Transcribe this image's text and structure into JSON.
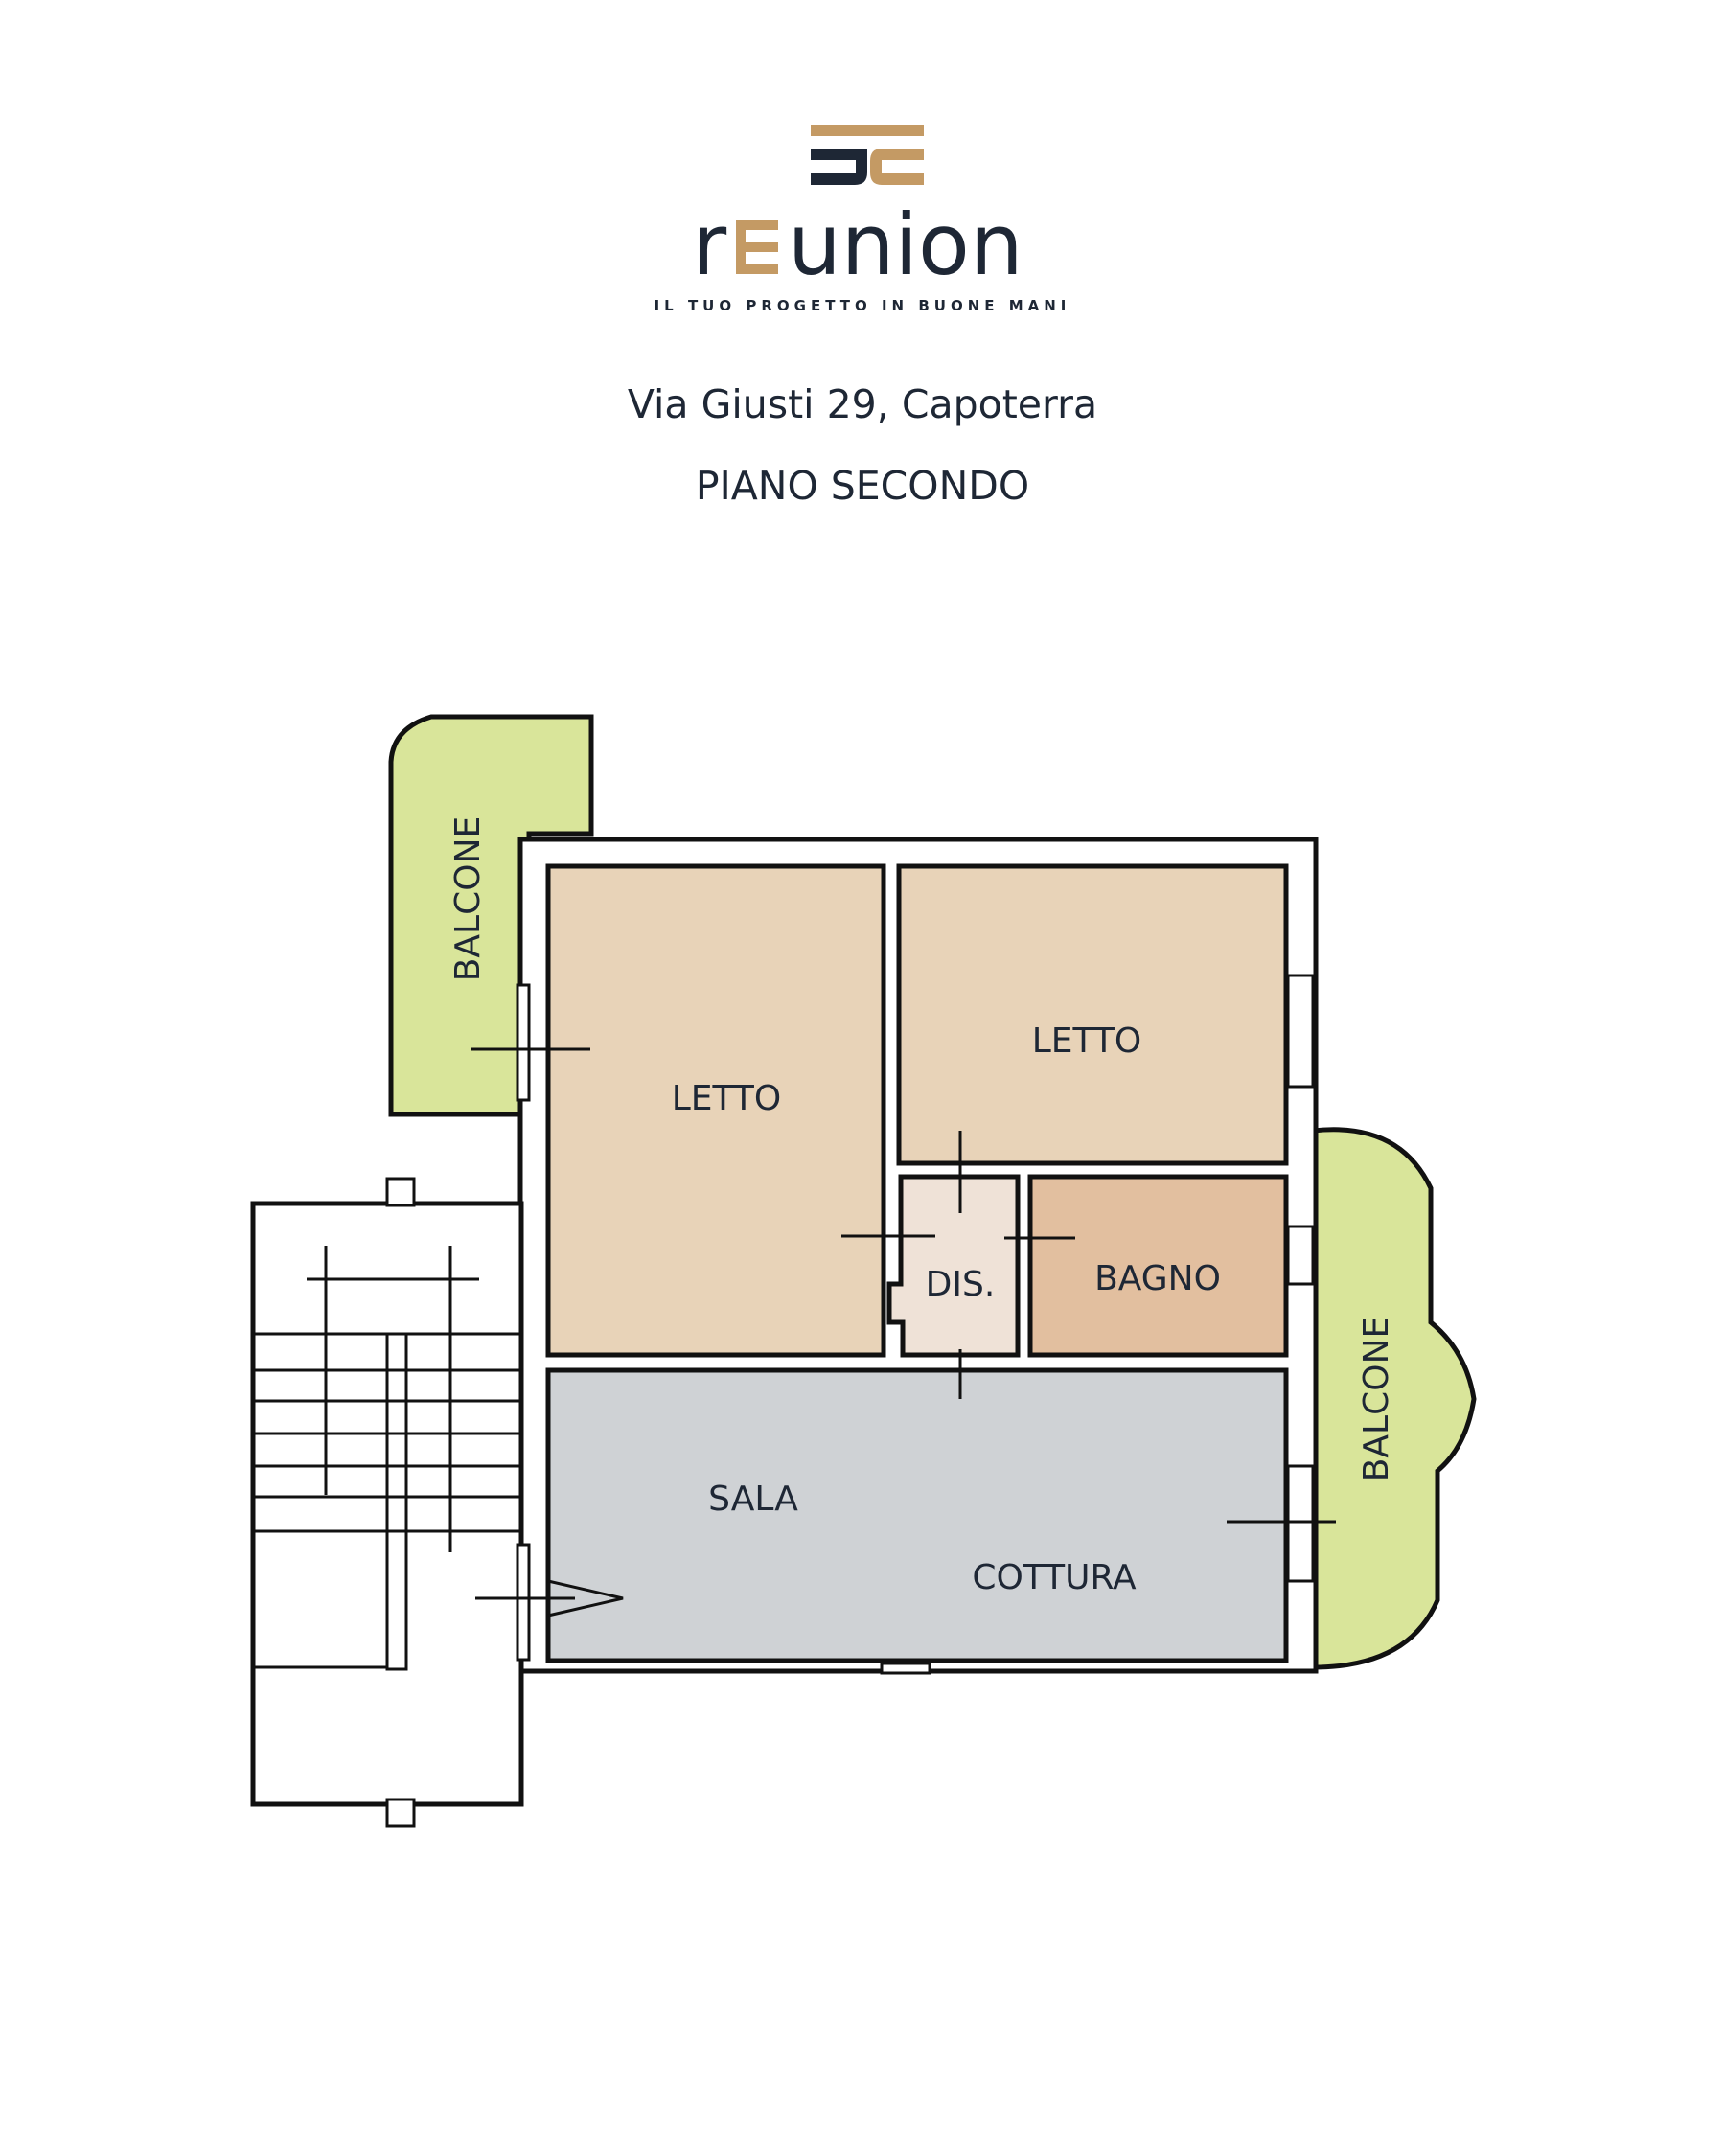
{
  "header": {
    "brand": "reunion",
    "tagline": "IL TUO PROGETTO IN BUONE MANI",
    "address": "Via Giusti 29, Capoterra",
    "floor": "PIANO SECONDO"
  },
  "colors": {
    "brand_dark": "#1e2735",
    "brand_gold": "#c49a64",
    "bedroom": "#e8d3b8",
    "bathroom": "#e2bf9f",
    "hallway": "#efe2d7",
    "living": "#cfd2d5",
    "balcony": "#d9e59a",
    "wall": "#111111"
  },
  "rooms": {
    "letto_1": "LETTO",
    "letto_2": "LETTO",
    "dis": "DIS.",
    "bagno": "BAGNO",
    "sala": "SALA",
    "cottura": "COTTURA",
    "balcone_left": "BALCONE",
    "balcone_right": "BALCONE"
  }
}
